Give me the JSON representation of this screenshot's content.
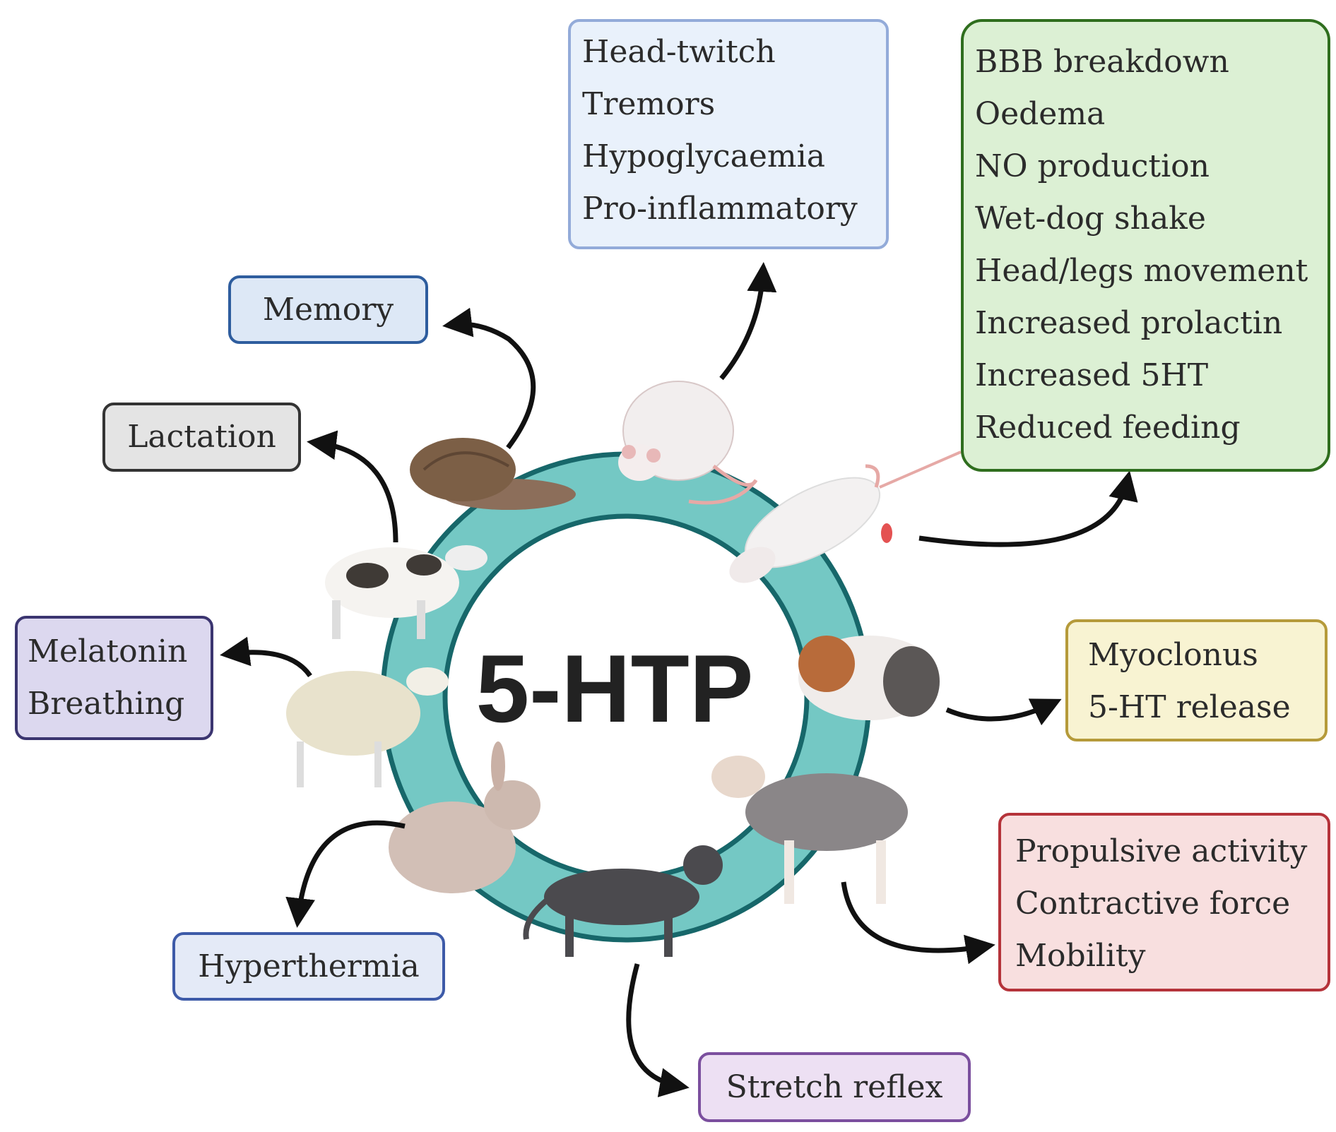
{
  "center_label": "5-HTP",
  "boxes": {
    "rat_top": {
      "lines": [
        "Head-twitch",
        "Tremors",
        "Hypoglycaemia",
        "Pro-inflammatory"
      ],
      "fill": "#e9f1fb",
      "border": "#93abd9"
    },
    "rat_right": {
      "lines": [
        "BBB breakdown",
        "Oedema",
        "NO production",
        "Wet-dog shake",
        "Head/legs movement",
        "Increased prolactin",
        "Increased 5HT",
        "Reduced feeding"
      ],
      "fill": "#dcf0d4",
      "border": "#2f6e1e"
    },
    "snail": {
      "lines": [
        "Memory"
      ],
      "fill": "#dde8f6",
      "border": "#2e5d9e"
    },
    "cow": {
      "lines": [
        "Lactation"
      ],
      "fill": "#e4e4e4",
      "border": "#333333"
    },
    "sheep": {
      "lines": [
        "Melatonin",
        "Breathing"
      ],
      "fill": "#dcd8ef",
      "border": "#3b3570"
    },
    "guinea_pig": {
      "lines": [
        "Myoclonus",
        "5-HT release"
      ],
      "fill": "#f8f3d2",
      "border": "#b59a3a"
    },
    "dog": {
      "lines": [
        "Propulsive activity",
        "Contractive force",
        "Mobility"
      ],
      "fill": "#f8dfdf",
      "border": "#b5333a"
    },
    "rabbit": {
      "lines": [
        "Hyperthermia"
      ],
      "fill": "#e4eaf7",
      "border": "#3d5aa8"
    },
    "cat": {
      "lines": [
        "Stretch reflex"
      ],
      "fill": "#ede0f3",
      "border": "#7b4f9e"
    }
  },
  "colors": {
    "ring": "#74c8c4",
    "ring_edge": "#17676a",
    "arrow": "#111111"
  }
}
